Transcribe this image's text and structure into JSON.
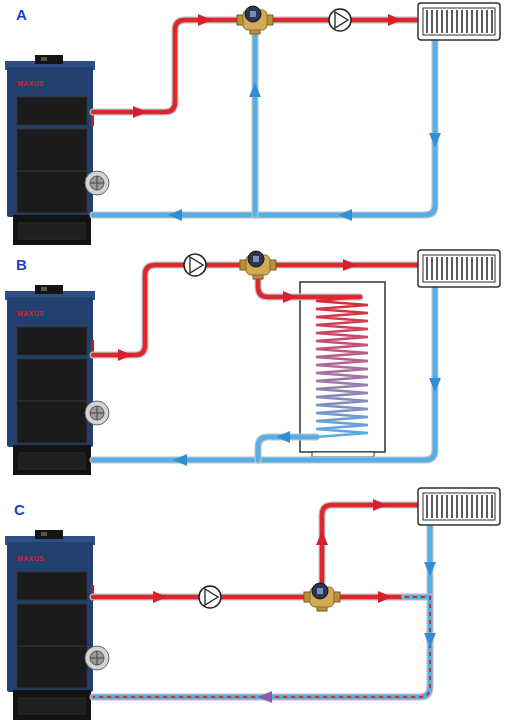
{
  "diagram": {
    "labels": [
      "A",
      "MAXUS",
      "B",
      "MAXUS",
      "C",
      "MAXUS"
    ]
  }
}
